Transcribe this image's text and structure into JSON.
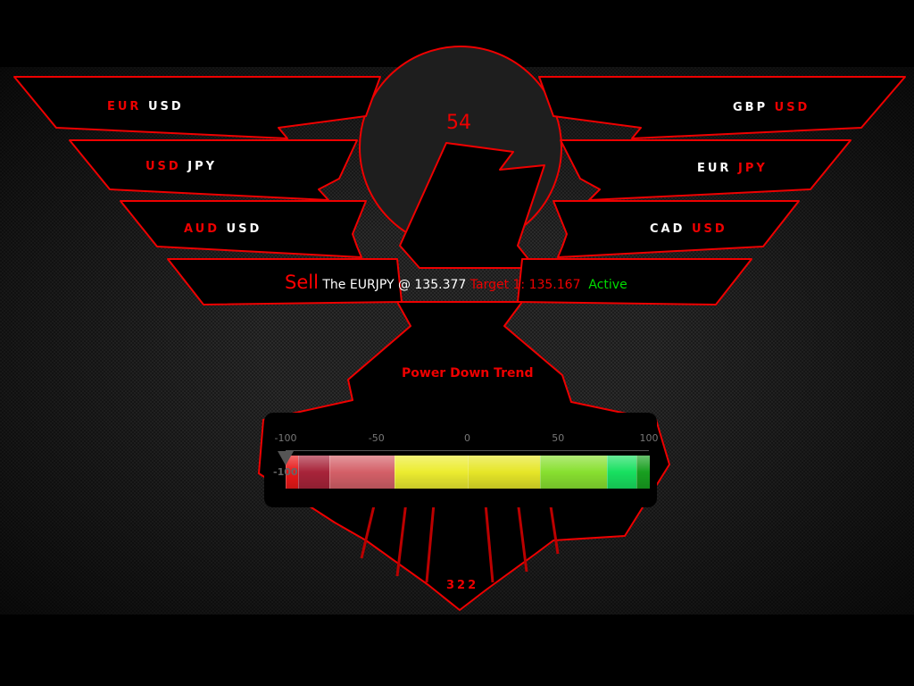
{
  "counter": "54",
  "bottom_number": "322",
  "pairs_left": [
    {
      "base": "EUR",
      "quote": "USD"
    },
    {
      "base": "USD",
      "quote": "JPY"
    },
    {
      "base": "AUD",
      "quote": "USD"
    }
  ],
  "pairs_right": [
    {
      "base": "GBP",
      "quote": "USD"
    },
    {
      "base": "EUR",
      "quote": "JPY"
    },
    {
      "base": "CAD",
      "quote": "USD"
    }
  ],
  "signal": {
    "action": "Sell",
    "text": "The EURJPY @ 135.377",
    "target": "Target 1: 135.167",
    "status": "Active"
  },
  "trend_label": "Power Down Trend",
  "gauge": {
    "ticks": [
      "-100",
      "-50",
      "0",
      "50",
      "100"
    ],
    "min": -100,
    "max": 100,
    "value": -100,
    "value_label": "-100",
    "segments": [
      {
        "from": -100,
        "to": -93,
        "color": "#e81818"
      },
      {
        "from": -93,
        "to": -76,
        "color": "#a8243a"
      },
      {
        "from": -76,
        "to": -40,
        "color": "#d46068"
      },
      {
        "from": -40,
        "to": 0,
        "color": "#ecec30"
      },
      {
        "from": 0,
        "to": 40,
        "color": "#e6e628"
      },
      {
        "from": 40,
        "to": 77,
        "color": "#88e030"
      },
      {
        "from": 77,
        "to": 93,
        "color": "#18e060"
      },
      {
        "from": 93,
        "to": 100,
        "color": "#18a020"
      }
    ]
  },
  "colors": {
    "accent": "#ee0000",
    "active": "#00dd00"
  }
}
